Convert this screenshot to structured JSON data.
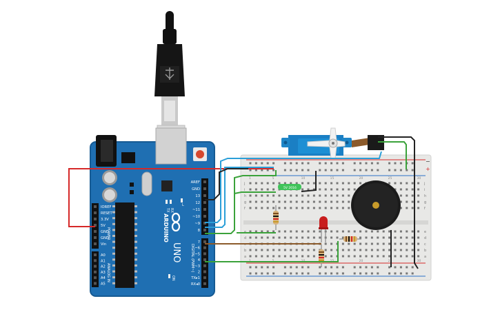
{
  "colors": {
    "board": "#1f6fb2",
    "board_dark": "#165a93",
    "breadboard": "#e8e8e6",
    "wire_red": "#d62828",
    "wire_green": "#3aa23a",
    "wire_blue": "#2a9fd8",
    "wire_black": "#222222",
    "wire_brown": "#8b5a2b",
    "servo": "#1e86c8"
  },
  "arduino": {
    "logo_text": "ARDUINO",
    "model": "UNO",
    "tx": "TX",
    "rx": "RX",
    "l": "L",
    "on": "ON",
    "power_section": "POWER",
    "analog_section": "ANALOG IN",
    "digital_section": "DIGITAL (PWM~)",
    "power_pins": [
      "IOREF",
      "RESET",
      "3.3V",
      "5V",
      "GND",
      "GND",
      "Vin"
    ],
    "analog_pins": [
      "A0",
      "A1",
      "A2",
      "A3",
      "A4",
      "A5"
    ],
    "digital_pins_top": [
      "AREF",
      "GND",
      "13",
      "12",
      "~11",
      "~10",
      "~9",
      "8"
    ],
    "digital_pins_bottom": [
      "7",
      "~6",
      "~5",
      "4",
      "~3",
      "2",
      "TX▸1",
      "RX◂0"
    ]
  },
  "breadboard": {
    "row_letters_top": [
      "j",
      "i",
      "h",
      "g",
      "f"
    ],
    "row_letters_bottom": [
      "e",
      "d",
      "c",
      "b",
      "a"
    ],
    "column_numbers": [
      "1",
      "5",
      "10",
      "15",
      "20",
      "25",
      "30"
    ],
    "rail_plus": "+",
    "rail_minus": "−"
  },
  "sensor_label": "5V 2016"
}
